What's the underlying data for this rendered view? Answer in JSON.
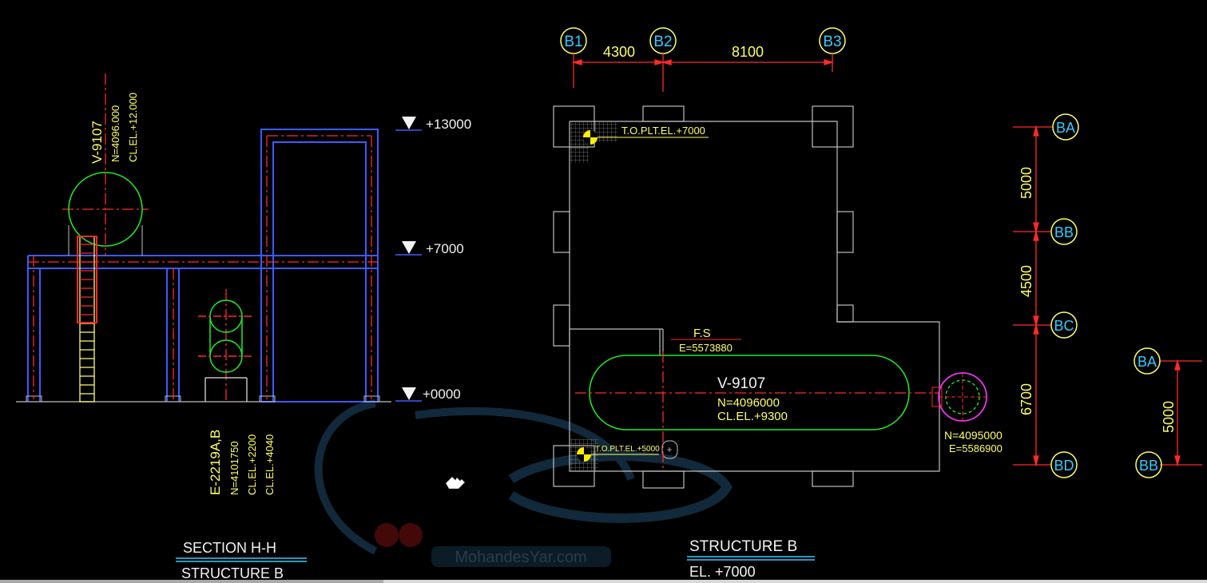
{
  "section": {
    "elevations": [
      "+13000",
      "+7000",
      "+0000"
    ],
    "vessel": {
      "tag": "V-9107",
      "north": "N=4096.000",
      "cl": "CL.EL.+12.000"
    },
    "exchanger": {
      "tag": "E-2219A,B",
      "north": "N=4101750",
      "cl1": "CL.EL.+2200",
      "cl2": "CL.EL.+4040"
    },
    "title": "SECTION  H-H",
    "subtitle": "STRUCTURE  B"
  },
  "plan": {
    "grid_top": [
      "B1",
      "B2",
      "B3"
    ],
    "dims_top": [
      "4300",
      "8100"
    ],
    "grid_right": [
      "BA",
      "BB",
      "BC",
      "BD"
    ],
    "dims_right": [
      "5000",
      "4500",
      "6700"
    ],
    "grid_far": [
      "BA",
      "BB"
    ],
    "dim_far": "5000",
    "top_plt": "T.O.PLT.EL.+7000",
    "bot_plt": "T.O.PLT.EL.+5000",
    "fs": "F.S",
    "fs_e": "E=5573880",
    "vessel": {
      "tag": "V-9107",
      "north": "N=4096000",
      "cl": "CL.EL.+9300"
    },
    "pump": {
      "north": "N=4095000",
      "east": "E=5586900"
    },
    "title": "STRUCTURE  B",
    "subtitle": "EL.  +7000"
  },
  "watermark": {
    "brand": "MohandesYar.com"
  },
  "colors": {
    "steel": "#3a5cff",
    "centerline": "#ff2a2a",
    "equipment": "#22ee22",
    "text": "#ffff66",
    "grid": "#33ccff",
    "line": "#bfbfbf"
  }
}
